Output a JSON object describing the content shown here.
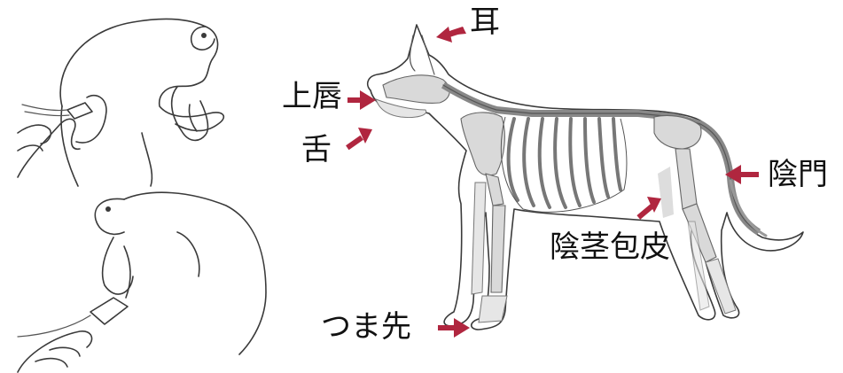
{
  "labels": {
    "ear": "耳",
    "upper_lip": "上唇",
    "tongue": "舌",
    "vulva": "陰門",
    "prepuce": "陰茎包皮",
    "toe": "つま先"
  },
  "colors": {
    "arrow": "#b0263f",
    "outline": "#3a3a3a",
    "bone": "#d9d9d9"
  }
}
